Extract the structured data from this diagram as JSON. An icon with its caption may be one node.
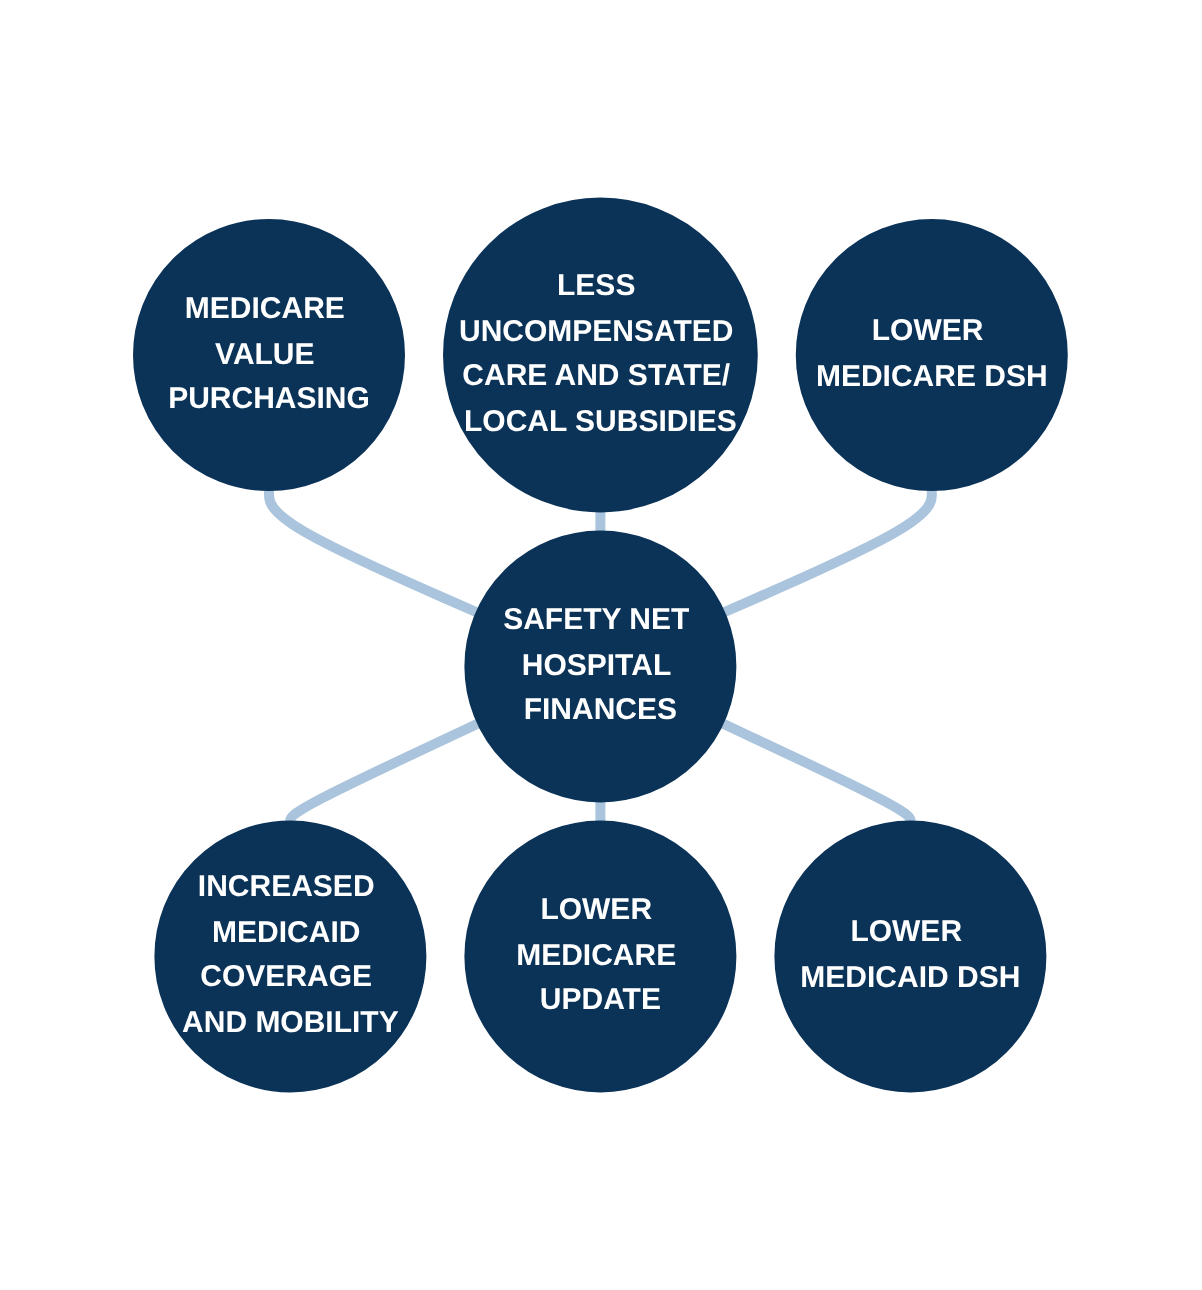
{
  "diagram": {
    "nodes": [
      {
        "text": [
          "MEDICARE VALUE PURCHASING"
        ]
      },
      {
        "text": [
          "LESS UNCOMPENSATED CARE AND STATE/ LOCAL SUBSIDIES"
        ]
      },
      {
        "text": [
          "LOWER MEDICARE DSH"
        ]
      },
      {
        "text": [
          "SAFETY NET HOSPITAL FINANCES"
        ]
      },
      {
        "text": [
          "INCREASED MEDICAID COVERAGE AND MOBILITY"
        ]
      },
      {
        "text": [
          "LOWER MEDICARE UPDATE"
        ]
      },
      {
        "text": [
          "LOWER MEDICAID DSH"
        ]
      }
    ],
    "edges": [
      {
        "from": 0,
        "to": 3,
        "arrow": "none"
      },
      {
        "from": 1,
        "to": 3,
        "arrow": "none"
      },
      {
        "from": 2,
        "to": 3,
        "arrow": "none"
      },
      {
        "from": 3,
        "to": 4,
        "arrow": "none"
      },
      {
        "from": 3,
        "to": 5,
        "arrow": "none"
      },
      {
        "from": 3,
        "to": 6,
        "arrow": "none"
      }
    ]
  }
}
